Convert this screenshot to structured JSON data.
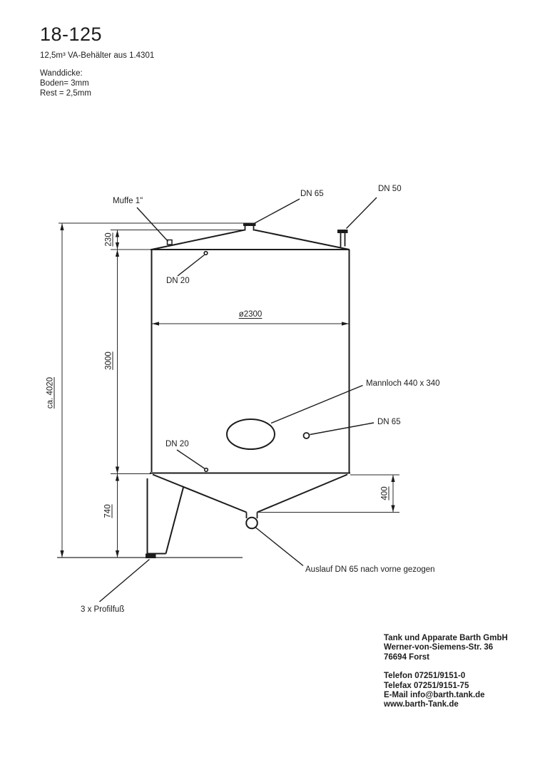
{
  "header": {
    "drawing_number": "18-125",
    "description": "12,5m³ VA-Behälter aus 1.4301",
    "wall_thickness": {
      "heading": "Wanddicke:",
      "bottom": "Boden= 3mm",
      "rest": "Rest = 2,5mm"
    }
  },
  "drawing": {
    "labels": {
      "muffe": "Muffe 1\"",
      "dn65_top": "DN 65",
      "dn50": "DN 50",
      "dn20_top": "DN 20",
      "diameter": "ø2300",
      "mannloch": "Mannloch 440 x 340",
      "dn65_side": "DN 65",
      "dn20_bottom": "DN 20",
      "auslauf": "Auslauf DN 65 nach vorne gezogen",
      "feet": "3 x Profilfuß"
    },
    "dimensions": {
      "roof_height": "230",
      "shell_height": "3000",
      "cone_height": "740",
      "total_height": "ca. 4020",
      "outlet_offset": "400"
    },
    "line_color": "#1c1c1c"
  },
  "footer": {
    "company": "Tank und Apparate Barth GmbH",
    "street": "Werner-von-Siemens-Str. 36",
    "city": "76694 Forst",
    "phone": "Telefon 07251/9151-0",
    "fax": "Telefax 07251/9151-75",
    "email": "E-Mail info@barth.tank.de",
    "website": "www.barth-Tank.de"
  }
}
